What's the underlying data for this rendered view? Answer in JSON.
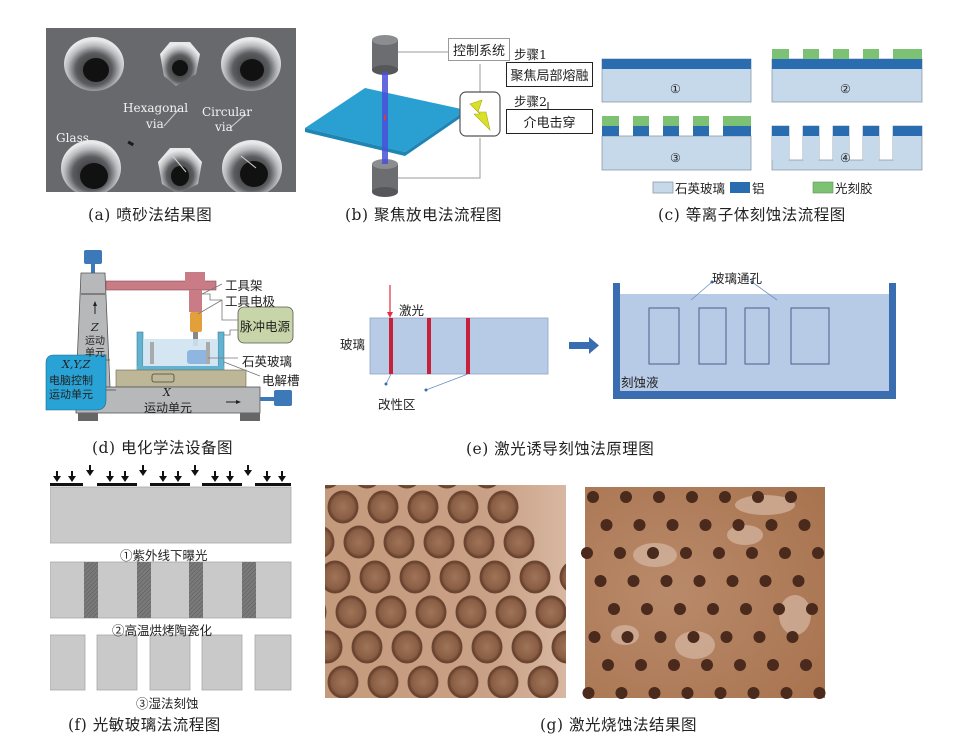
{
  "panels": {
    "a": {
      "caption": "(a) 喷砂法结果图",
      "labels": {
        "glass": "Glass",
        "hexagonal_1": "Hexagonal",
        "hexagonal_2": "via",
        "circular_1": "Circular",
        "circular_2": "via"
      },
      "colors": {
        "background": "#67696c",
        "hole": "#111111"
      }
    },
    "b": {
      "caption": "(b) 聚焦放电法流程图",
      "control_box": "控制系统",
      "step1_label": "步骤1",
      "step1_box": "聚焦局部熔融",
      "step2_label": "步骤2",
      "step2_box": "介电击穿",
      "icons": [
        "electrode-icon",
        "glass-plate-icon",
        "lightning-icon"
      ],
      "colors": {
        "plate": "#2a9fd2",
        "electrode": "#6b6d70",
        "beam": "#4a4fd8",
        "bolt": "#d9e02a"
      }
    },
    "c": {
      "caption": "(c) 等离子体刻蚀法流程图",
      "steps": [
        "①",
        "②",
        "③",
        "④"
      ],
      "legend": [
        {
          "name": "石英玻璃",
          "color": "#c5d9ea"
        },
        {
          "name": "铝",
          "color": "#2a6cb0"
        },
        {
          "name": "光刻胶",
          "color": "#7cc174"
        }
      ]
    },
    "d": {
      "caption": "(d) 电化学法设备图",
      "labels": {
        "tool_holder": "工具架",
        "tool_electrode": "工具电极",
        "pulse_power": "脉冲电源",
        "quartz_glass": "石英玻璃",
        "electrolytic_cell": "电解槽",
        "z_axis": "Z",
        "z_unit_1": "运动",
        "z_unit_2": "单元",
        "xyz_1": "X,Y,Z",
        "xyz_2": "电脑控制",
        "xyz_3": "运动单元",
        "x_axis": "X",
        "x_unit": "运动单元"
      },
      "colors": {
        "frame": "#b7b8ba",
        "arm": "#c97b86",
        "electrode": "#e3a03a",
        "power": "#c8d5a8",
        "control": "#29a3d6",
        "motor": "#3d78b8",
        "base": "#bdb797"
      }
    },
    "e": {
      "caption": "(e) 激光诱导刻蚀法原理图",
      "labels": {
        "laser": "激光",
        "glass": "玻璃",
        "modified_zone": "改性区",
        "through_via": "玻璃通孔",
        "etchant": "刻蚀液"
      },
      "colors": {
        "glass": "#b7cbe6",
        "modified": "#c8203a",
        "laser": "#e03040",
        "tank": "#3a6db0",
        "arrow": "#3a6db0"
      }
    },
    "f": {
      "caption": "(f) 光敏玻璃法流程图",
      "steps": [
        "①紫外线下曝光",
        "②高温烘烤陶瓷化",
        "③湿法刻蚀"
      ],
      "colors": {
        "glass": "#c9c9c9",
        "crystallized": "#6f6f6f"
      }
    },
    "g": {
      "caption": "(g) 激光烧蚀法结果图",
      "colors": {
        "left_bg": "#c49a7c",
        "left_hole": "#8a5e44",
        "right_bg": "#b98a6a",
        "right_hole": "#4a2a1c"
      }
    }
  }
}
